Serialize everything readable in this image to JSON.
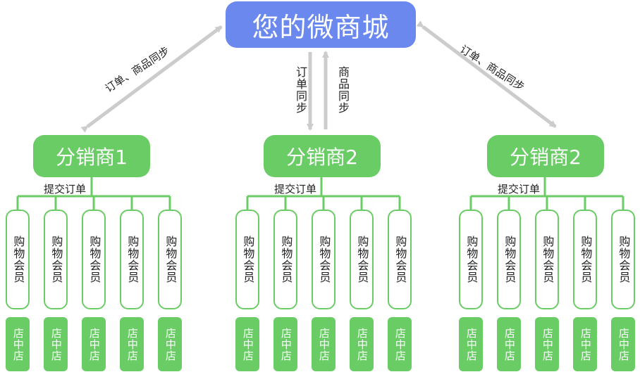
{
  "top": {
    "label": "您的微商城"
  },
  "edges": {
    "left": "订单、商品同步",
    "right": "订单、商品同步",
    "center_down": "订单同步",
    "center_up": "商品同步"
  },
  "colors": {
    "top": "#6a88ee",
    "green": "#69cc64",
    "arrow": "#cccccc"
  },
  "distributors": [
    {
      "label": "分销商1",
      "submit_label": "提交订单",
      "members": [
        "购物会员",
        "购物会员",
        "购物会员",
        "购物会员",
        "购物会员"
      ],
      "stores": [
        "店中店",
        "店中店",
        "店中店",
        "店中店",
        "店中店"
      ]
    },
    {
      "label": "分销商2",
      "submit_label": "提交订单",
      "members": [
        "购物会员",
        "购物会员",
        "购物会员",
        "购物会员",
        "购物会员"
      ],
      "stores": [
        "店中店",
        "店中店",
        "店中店",
        "店中店",
        "店中店"
      ]
    },
    {
      "label": "分销商2",
      "submit_label": "提交订单",
      "members": [
        "购物会员",
        "购物会员",
        "购物会员",
        "购物会员",
        "购物会员"
      ],
      "stores": [
        "店中店",
        "店中店",
        "店中店",
        "店中店",
        "店中店"
      ]
    }
  ]
}
